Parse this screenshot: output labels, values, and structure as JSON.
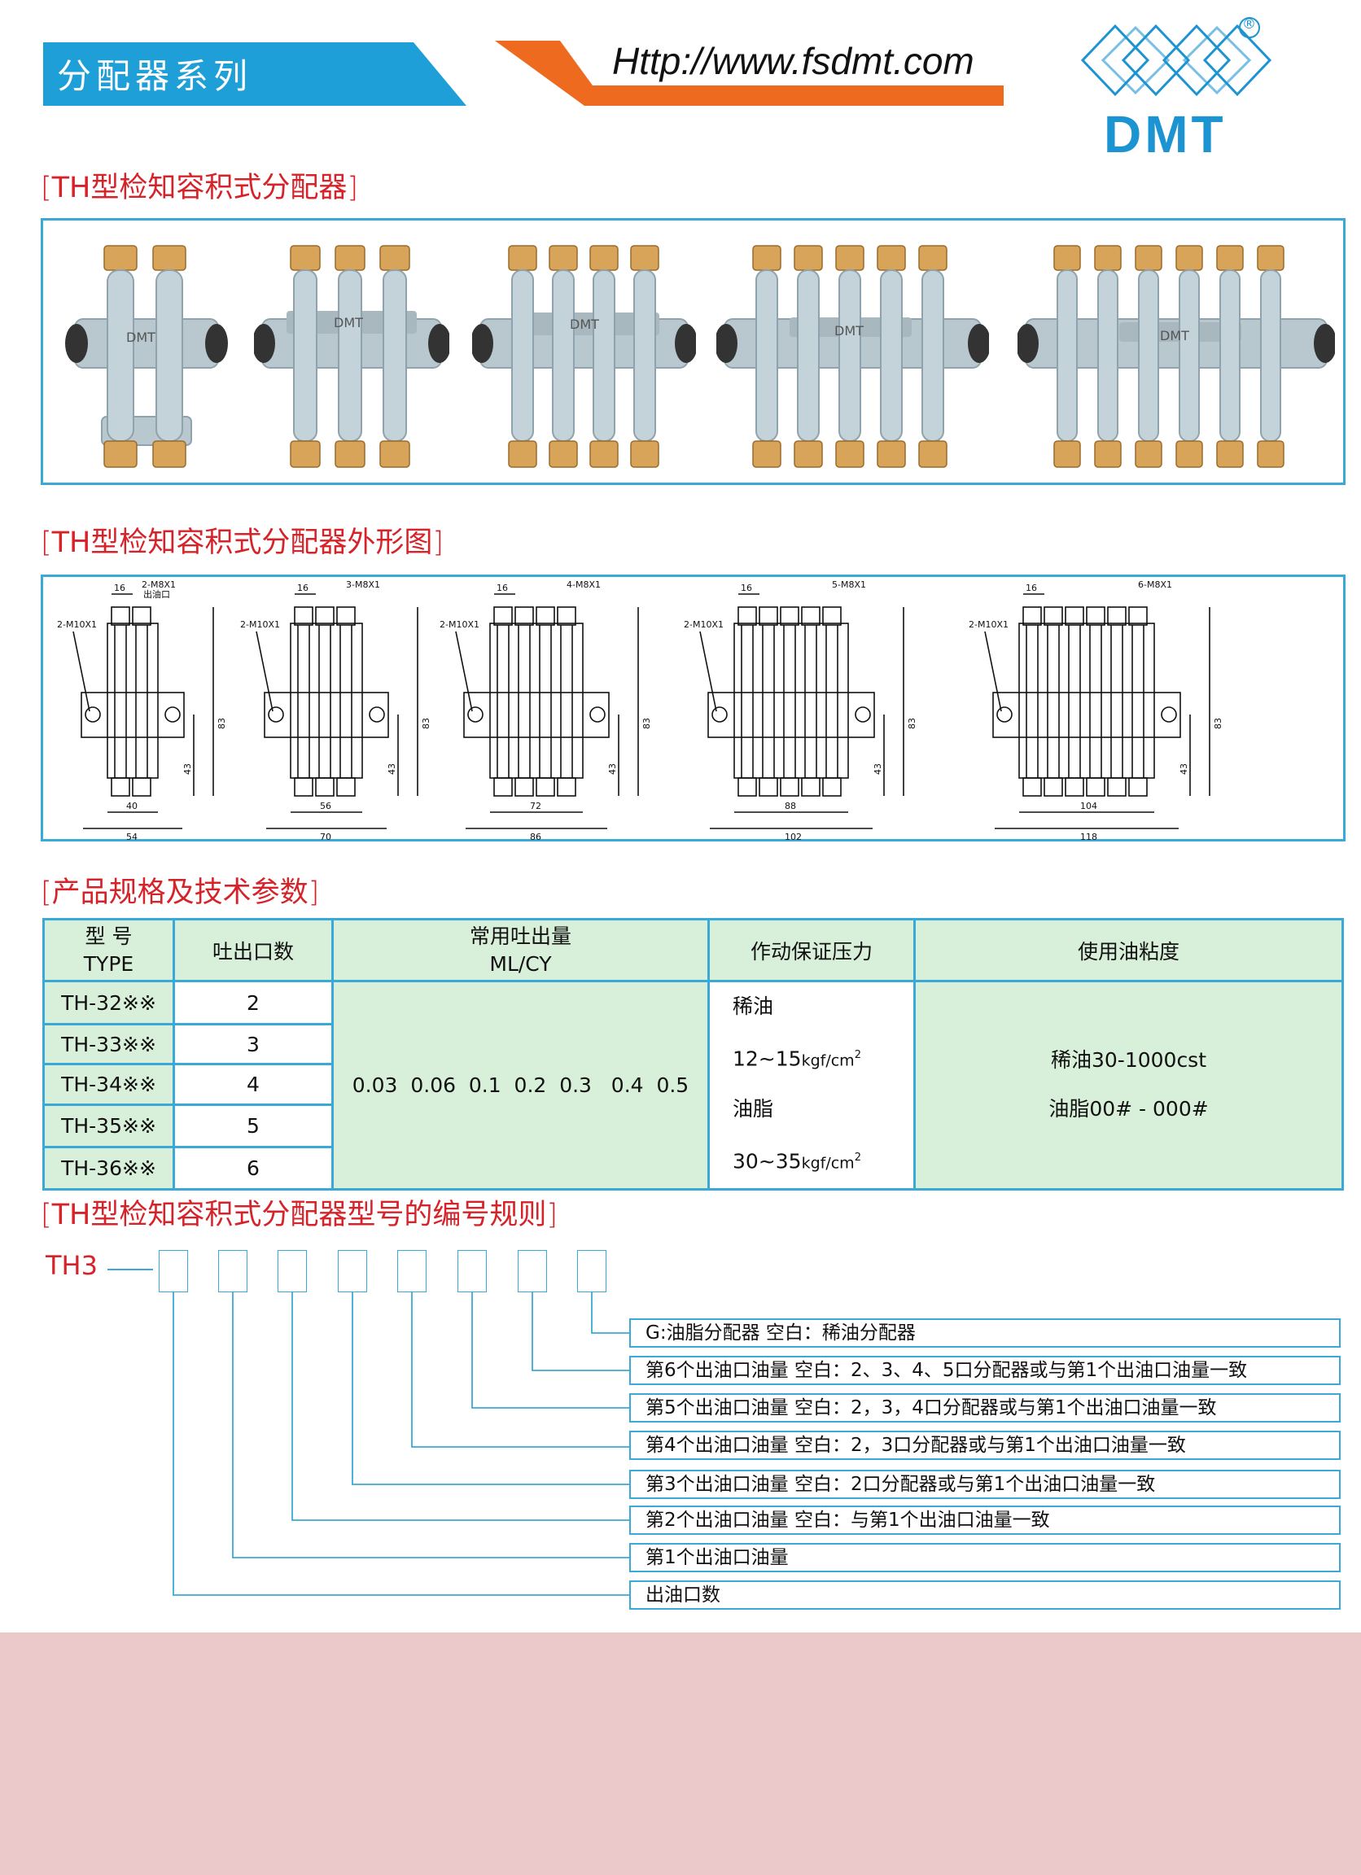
{
  "header": {
    "series_title": "分配器系列",
    "url": "Http://www.fsdmt.com",
    "logo_text": "DMT",
    "logo_mark": "®"
  },
  "sections": {
    "photos": "TH型检知容积式分配器",
    "drawings": "TH型检知容积式分配器外形图",
    "specs": "产品规格及技术参数",
    "coding": "TH型检知容积式分配器型号的编号规则"
  },
  "brand_plate": "DMT",
  "drawings": [
    {
      "port_label": "2-M10X1",
      "outlet_label": "2-M8X1",
      "outlet_sub": "出油口",
      "pitch": "16",
      "inner": "40",
      "outer": "54",
      "height": "83",
      "low": "43"
    },
    {
      "port_label": "2-M10X1",
      "outlet_label": "3-M8X1",
      "outlet_sub": "",
      "pitch": "16",
      "inner": "56",
      "outer": "70",
      "height": "83",
      "low": "43"
    },
    {
      "port_label": "2-M10X1",
      "outlet_label": "4-M8X1",
      "outlet_sub": "",
      "pitch": "16",
      "inner": "72",
      "outer": "86",
      "height": "83",
      "low": "43"
    },
    {
      "port_label": "2-M10X1",
      "outlet_label": "5-M8X1",
      "outlet_sub": "",
      "pitch": "16",
      "inner": "88",
      "outer": "102",
      "height": "83",
      "low": "43"
    },
    {
      "port_label": "2-M10X1",
      "outlet_label": "6-M8X1",
      "outlet_sub": "",
      "pitch": "16",
      "inner": "104",
      "outer": "118",
      "height": "83",
      "low": "43"
    }
  ],
  "spec_table": {
    "headers": {
      "type_cn": "型 号",
      "type_en": "TYPE",
      "outlets": "吐出口数",
      "discharge_cn": "常用吐出量",
      "discharge_unit": "ML/CY",
      "pressure": "作动保证压力",
      "viscosity": "使用油粘度"
    },
    "rows": [
      {
        "model": "TH-32※※",
        "outlets": "2"
      },
      {
        "model": "TH-33※※",
        "outlets": "3"
      },
      {
        "model": "TH-34※※",
        "outlets": "4"
      },
      {
        "model": "TH-35※※",
        "outlets": "5"
      },
      {
        "model": "TH-36※※",
        "outlets": "6"
      }
    ],
    "discharge_values": "0.03  0.06  0.1  0.2  0.3   0.4  0.5",
    "pressure_thin_label": "稀油",
    "pressure_thin_value": "12~15",
    "pressure_grease_label": "油脂",
    "pressure_grease_value": "30~35",
    "pressure_unit": "kgf/cm",
    "pressure_unit_sup": "2",
    "viscosity_thin": "稀油30-1000cst",
    "viscosity_grease": "油脂00# - 000#"
  },
  "coding": {
    "prefix": "TH3",
    "rules": [
      "G:油脂分配器     空白：稀油分配器",
      "第6个出油口油量 空白：2、3、4、5口分配器或与第1个出油口油量一致",
      "第5个出油口油量 空白：2，3，4口分配器或与第1个出油口油量一致",
      "第4个出油口油量 空白：2，3口分配器或与第1个出油口油量一致",
      "第3个出油口油量 空白：2口分配器或与第1个出油口油量一致",
      "第2个出油口油量 空白：与第1个出油口油量一致",
      "第1个出油口油量",
      "出油口数"
    ]
  },
  "colors": {
    "accent_blue": "#3aa9d8",
    "banner_blue": "#1e9fd8",
    "banner_orange": "#ee6a1e",
    "heading_red": "#d6232a",
    "table_green": "#d8efd9",
    "footer_pink": "#ebc8ca"
  }
}
